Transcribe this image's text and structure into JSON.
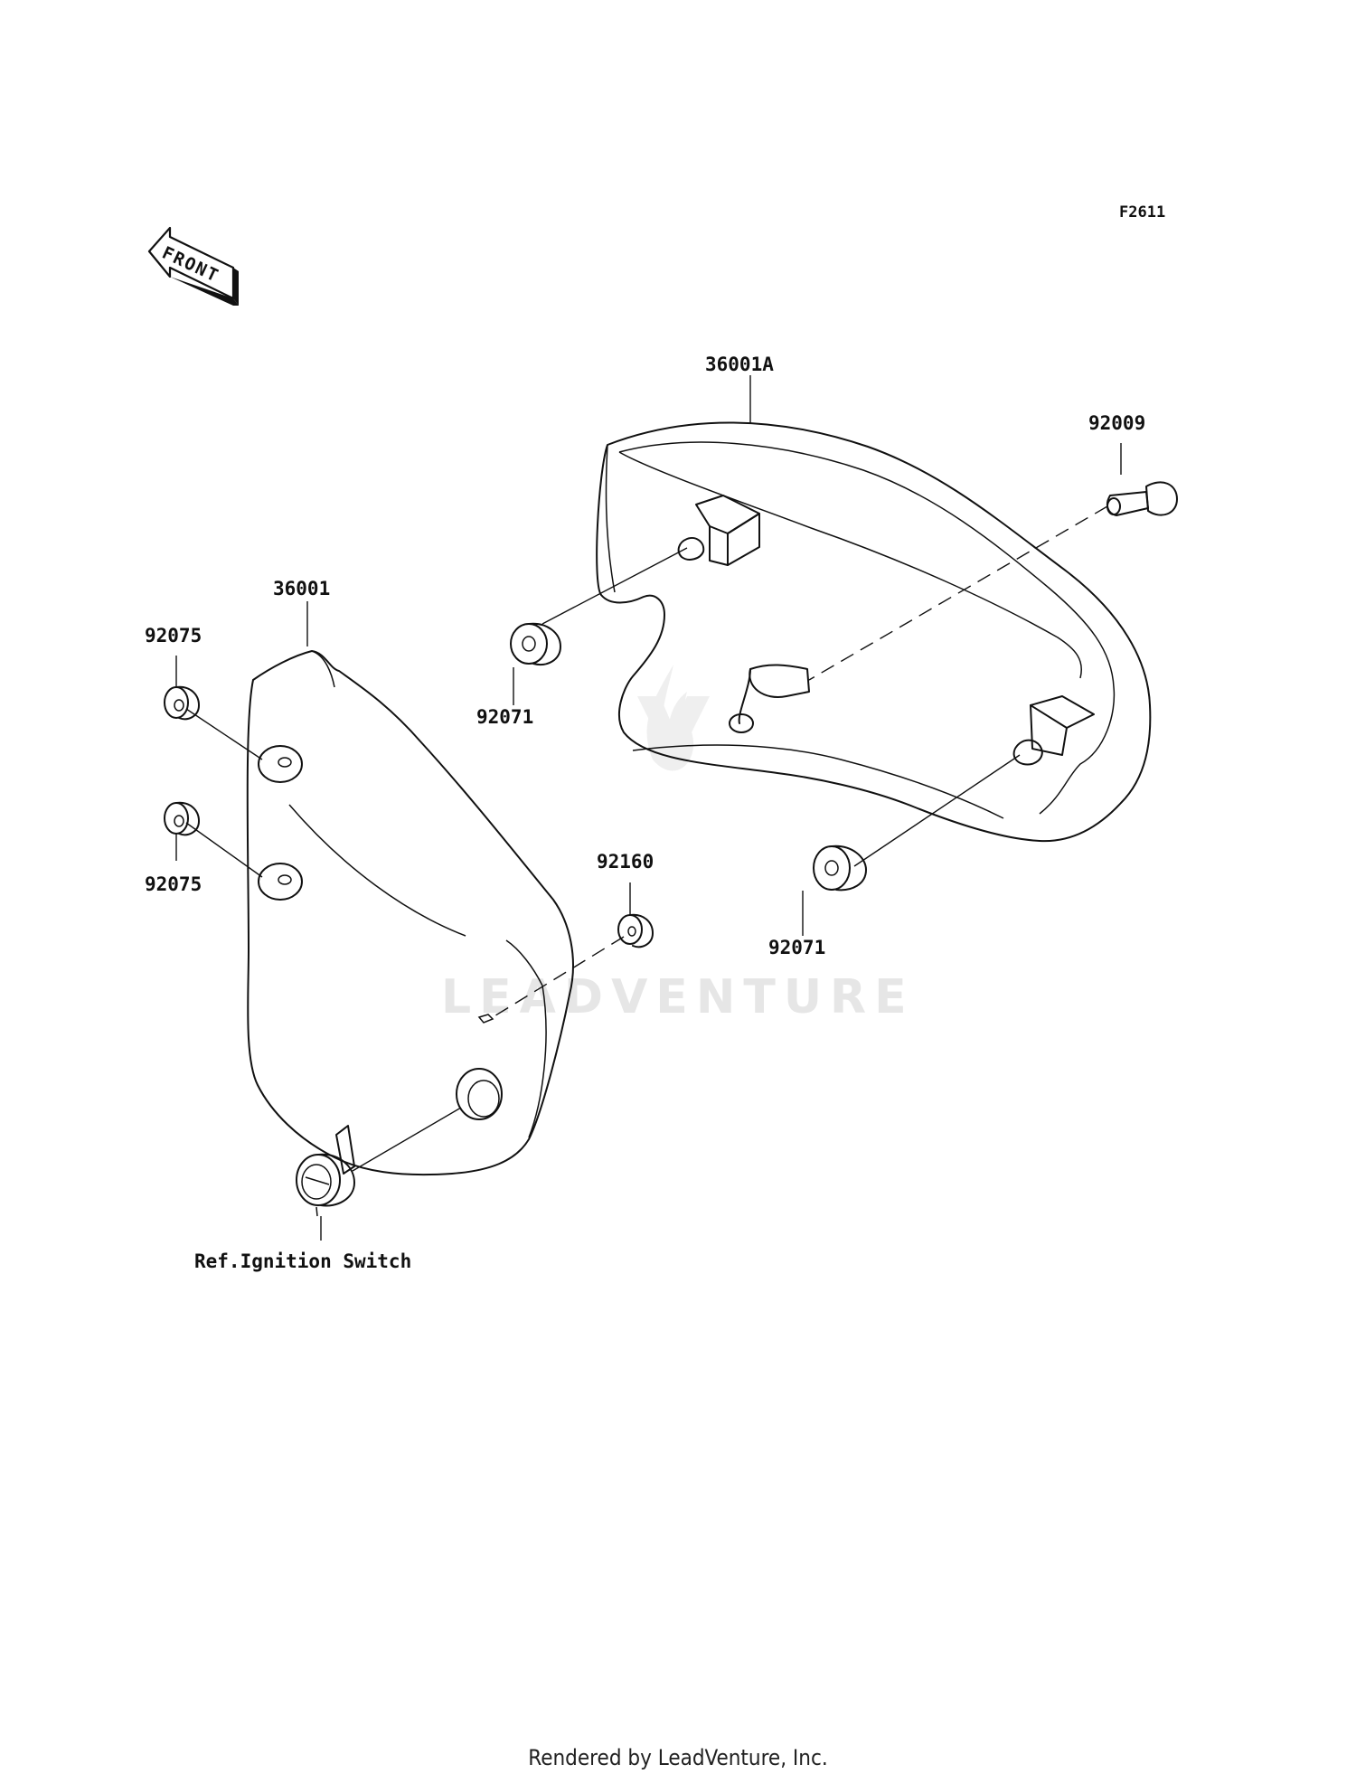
{
  "figure_code": "F2611",
  "front_arrow_label": "FRONT",
  "callouts": {
    "p36001A": "36001A",
    "p92009": "92009",
    "p92071_top": "92071",
    "p92071_bottom": "92071",
    "p36001": "36001",
    "p92075_top": "92075",
    "p92075_bottom": "92075",
    "p92160": "92160",
    "ref_ignition": "Ref.Ignition Switch"
  },
  "watermark": "LEADVENTURE",
  "footer": "Rendered by LeadVenture, Inc."
}
